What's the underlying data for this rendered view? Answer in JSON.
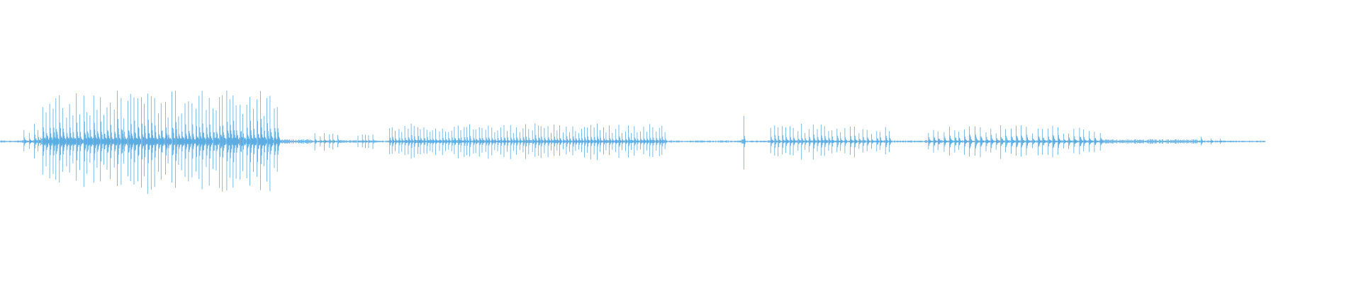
{
  "waveform": {
    "color": "#5dade2",
    "background": "#ffffff",
    "amplitude_max": 1.0,
    "segments": [
      {
        "start": 0.0,
        "end": 0.016,
        "type": "noise",
        "amp": 0.01
      },
      {
        "start": 0.016,
        "end": 0.03,
        "type": "bursts",
        "amp": 0.16,
        "density": 4,
        "cluster": 0.6
      },
      {
        "start": 0.03,
        "end": 0.205,
        "type": "bursts",
        "amp": 0.45,
        "density": 70,
        "cluster": 0.85
      },
      {
        "start": 0.205,
        "end": 0.23,
        "type": "noise",
        "amp": 0.02
      },
      {
        "start": 0.23,
        "end": 0.25,
        "type": "bursts",
        "amp": 0.08,
        "density": 6,
        "cluster": 0.5
      },
      {
        "start": 0.25,
        "end": 0.262,
        "type": "noise",
        "amp": 0.015
      },
      {
        "start": 0.262,
        "end": 0.275,
        "type": "bursts",
        "amp": 0.08,
        "density": 5,
        "cluster": 0.5
      },
      {
        "start": 0.275,
        "end": 0.285,
        "type": "noise",
        "amp": 0.01
      },
      {
        "start": 0.285,
        "end": 0.49,
        "type": "bursts",
        "amp": 0.16,
        "density": 90,
        "cluster": 0.7
      },
      {
        "start": 0.49,
        "end": 0.545,
        "type": "noise",
        "amp": 0.01
      },
      {
        "start": 0.545,
        "end": 0.548,
        "type": "bursts",
        "amp": 0.26,
        "density": 1,
        "cluster": 0.4
      },
      {
        "start": 0.548,
        "end": 0.565,
        "type": "noise",
        "amp": 0.01
      },
      {
        "start": 0.565,
        "end": 0.61,
        "type": "bursts",
        "amp": 0.16,
        "density": 16,
        "cluster": 0.6
      },
      {
        "start": 0.61,
        "end": 0.655,
        "type": "bursts",
        "amp": 0.14,
        "density": 14,
        "cluster": 0.6
      },
      {
        "start": 0.655,
        "end": 0.68,
        "type": "noise",
        "amp": 0.01
      },
      {
        "start": 0.68,
        "end": 0.81,
        "type": "bursts",
        "amp": 0.15,
        "density": 34,
        "cluster": 0.6
      },
      {
        "start": 0.81,
        "end": 0.88,
        "type": "noise",
        "amp": 0.02
      },
      {
        "start": 0.88,
        "end": 0.9,
        "type": "bursts",
        "amp": 0.05,
        "density": 3,
        "cluster": 0.4
      },
      {
        "start": 0.9,
        "end": 0.93,
        "type": "noise",
        "amp": 0.008
      }
    ]
  }
}
